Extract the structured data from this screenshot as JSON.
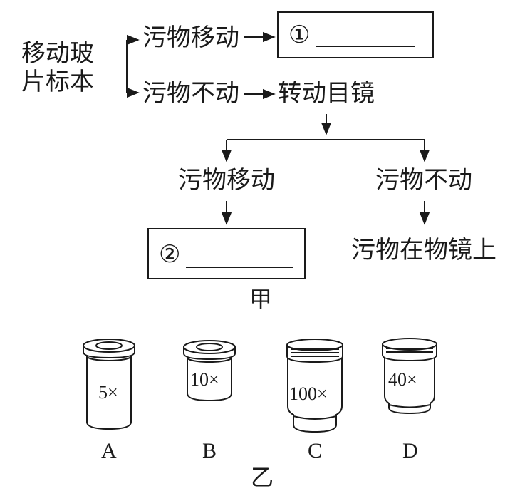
{
  "diagram_jia": {
    "start": {
      "line1": "移动玻",
      "line2": "片标本"
    },
    "top_branch": "污物移动",
    "box1_marker": "①",
    "bottom_branch": "污物不动",
    "rotate_eyepiece": "转动目镜",
    "left_result": "污物移动",
    "right_result": "污物不动",
    "box2_marker": "②",
    "final": "污物在物镜上",
    "caption": "甲"
  },
  "diagram_yi": {
    "lenses": [
      {
        "label": "A",
        "magnification": "5×"
      },
      {
        "label": "B",
        "magnification": "10×"
      },
      {
        "label": "C",
        "magnification": "100×"
      },
      {
        "label": "D",
        "magnification": "40×"
      }
    ],
    "caption": "乙"
  }
}
